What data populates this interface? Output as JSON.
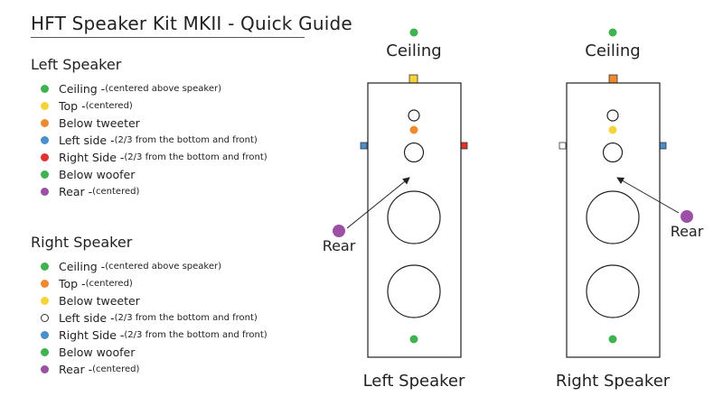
{
  "title": "HFT Speaker Kit MKII - Quick Guide",
  "colors": {
    "green": "#3fb34f",
    "yellow": "#f5d43a",
    "orange": "#ef8a2e",
    "blue": "#4c8fcd",
    "red": "#e2322f",
    "purple": "#9b4fa5",
    "white": "#ffffff"
  },
  "left_speaker": {
    "heading": "Left Speaker",
    "items": [
      {
        "color": "green",
        "label": "Ceiling - ",
        "note": "(centered above speaker)"
      },
      {
        "color": "yellow",
        "label": "Top - ",
        "note": "(centered)"
      },
      {
        "color": "orange",
        "label": "Below tweeter",
        "note": ""
      },
      {
        "color": "blue",
        "label": "Left side - ",
        "note": "(2/3 from the bottom and front)"
      },
      {
        "color": "red",
        "label": "Right Side - ",
        "note": "(2/3 from the bottom and front)"
      },
      {
        "color": "green",
        "label": "Below woofer",
        "note": ""
      },
      {
        "color": "purple",
        "label": "Rear - ",
        "note": "(centered)"
      }
    ]
  },
  "right_speaker": {
    "heading": "Right Speaker",
    "items": [
      {
        "color": "green",
        "label": "Ceiling - ",
        "note": "(centered above speaker)"
      },
      {
        "color": "orange",
        "label": "Top - ",
        "note": "(centered)"
      },
      {
        "color": "yellow",
        "label": "Below tweeter",
        "note": ""
      },
      {
        "color": "white",
        "label": "Left side - ",
        "note": "(2/3 from the bottom and front)"
      },
      {
        "color": "blue",
        "label": "Right Side - ",
        "note": "(2/3 from the bottom and front)"
      },
      {
        "color": "green",
        "label": "Below woofer",
        "note": ""
      },
      {
        "color": "purple",
        "label": "Rear - ",
        "note": "(centered)"
      }
    ]
  },
  "diagrams": {
    "left": {
      "caption": "Left Speaker",
      "ceiling_label": "Ceiling",
      "rear_label": "Rear",
      "ceiling_color": "green",
      "top_tab_color": "yellow",
      "left_tab_color": "blue",
      "right_tab_color": "red",
      "below_tweeter_color": "orange",
      "below_woofer_color": "green",
      "rear_color": "purple"
    },
    "right": {
      "caption": "Right Speaker",
      "ceiling_label": "Ceiling",
      "rear_label": "Rear",
      "ceiling_color": "green",
      "top_tab_color": "orange",
      "left_tab_color": "white",
      "right_tab_color": "blue",
      "below_tweeter_color": "yellow",
      "below_woofer_color": "green",
      "rear_color": "purple"
    }
  }
}
